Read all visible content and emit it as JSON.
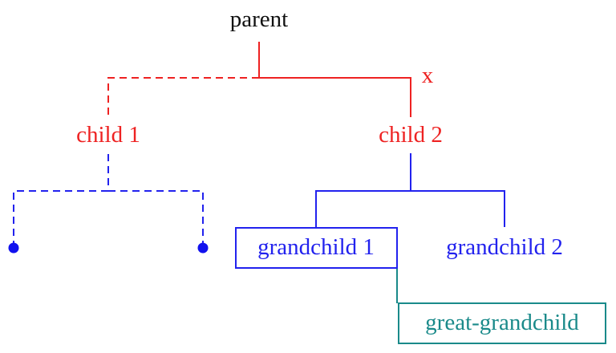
{
  "colors": {
    "black": "#111111",
    "red": "#ee2222",
    "blue": "#2222ee",
    "teal": "#1a8a8a"
  },
  "nodes": {
    "parent": {
      "label": "parent"
    },
    "child1": {
      "label": "child 1"
    },
    "child2": {
      "label": "child 2"
    },
    "grandchild1": {
      "label": "grandchild 1"
    },
    "grandchild2": {
      "label": "grandchild 2"
    },
    "great_grandchild": {
      "label": "great-grandchild"
    }
  },
  "edges": {
    "parent_child2_label": "x"
  }
}
